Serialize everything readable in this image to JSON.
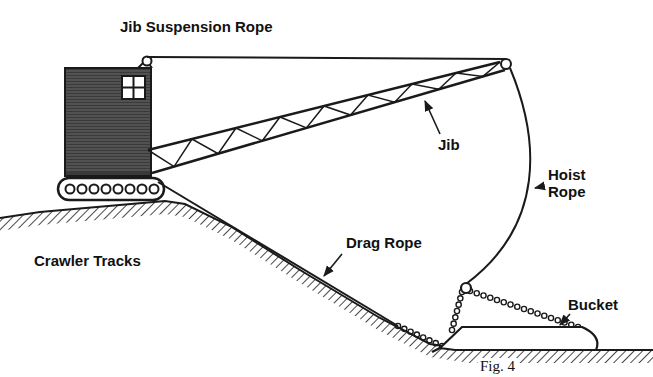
{
  "diagram": {
    "caption": "Fig. 4",
    "labels": [
      "Jib Suspension Rope",
      "Jib",
      "Hoist Rope",
      "Drag Rope",
      "Crawler Tracks",
      "Bucket"
    ]
  }
}
